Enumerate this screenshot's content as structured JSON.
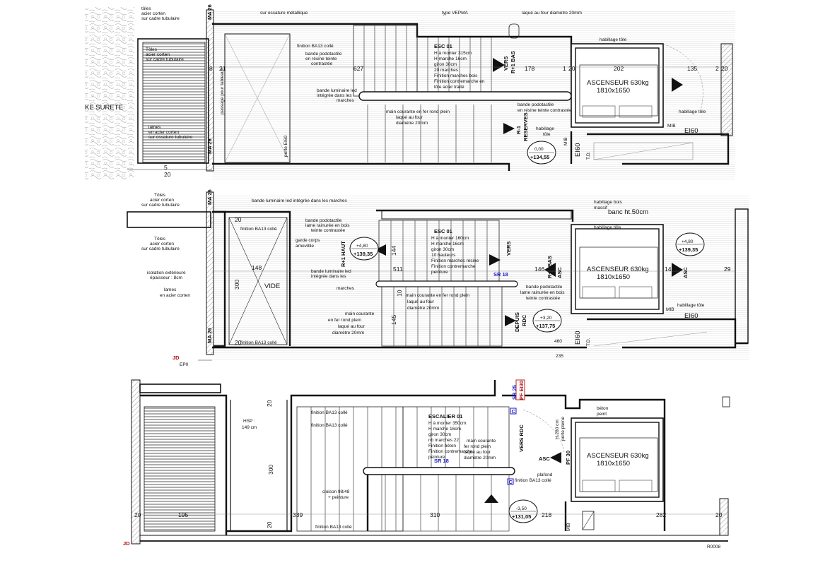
{
  "plan_top": {
    "labels": {
      "a1": "tôles",
      "a2": "acier corten",
      "a3": "sur cadre tubulaire",
      "b1": "Tôles",
      "b2": "acier corten",
      "b3": "sur cadre tubulaire",
      "c1": "lames",
      "c2": "en acier corten",
      "c3": "sur ossature tubulaire",
      "surete": "KE SURETE",
      "ossature": "sur ossature métallique",
      "vepma": "type VEPMA",
      "laque_top": "laqué au four diamètre 20mm",
      "finition_ba13": "finition BA13 collé",
      "bande1": "bande podotactile",
      "bande2": "en résine teinte",
      "bande3": "contrastée",
      "lum1": "bande luminaire led",
      "lum2": "intégrée dans les",
      "lum3": "marches",
      "main1": "main courante en fer rond plein",
      "main2": "laqué au four",
      "main3": "diamètre 20mm",
      "passage": "passage pour tableaux",
      "porte": "porte EI60",
      "bande_r1": "bande podotactile",
      "bande_r2": "en résine teinte contrastée",
      "habillage_tole": "habillage tôle",
      "habillage_tole2": "habillage tôle",
      "habillage1": "habillage",
      "habillage2": "tôle",
      "ascenseur": "ASCENSEUR 630kg",
      "asc_size": "1810x1650",
      "ei60": "EI60",
      "ei60_v": "EI60",
      "mib": "MIB",
      "mib2": "MIB",
      "td": "T.D.",
      "ma26": "MA 26",
      "ma26_b": "MA 26",
      "vers": "VERS",
      "r1bas": "R+1 BAS",
      "r1": "R-1",
      "reserves": "RESERVES"
    },
    "esc": {
      "title": "ESC 01",
      "l1": "H à monter 315cm",
      "l2": "H marche 16cm",
      "l3": "giron 30cm",
      "l4": "20 marches",
      "l5": "Finition marches bois",
      "l6": "Finition contremarche en",
      "l7": "tôle acier traité"
    },
    "dims": {
      "d8": "8",
      "d21": "21",
      "d627": "627",
      "d178": "178",
      "d1": "1",
      "d20a": "20",
      "d202": "202",
      "d135": "135",
      "d2": "2",
      "d20b": "20",
      "d5": "5",
      "d20c": "20"
    },
    "level": {
      "a": "0,00",
      "b": "+134,55"
    }
  },
  "plan_mid": {
    "labels": {
      "a1": "Tôles",
      "a2": "acier corten",
      "a3": "sur cadre tubulaire",
      "b1": "Tôles",
      "b2": "acier corten",
      "b3": "sur cadre tubulaire",
      "iso1": "isolation extérieure",
      "iso2": "épaisseur : 8cm",
      "lames1": "lames",
      "lames2": "en acier corten",
      "lum_top": "bande luminaire led intégrée dans les marches",
      "pod1": "bande podotactile",
      "pod2": "lame rainurée en bois",
      "pod3": "teinte contrastée",
      "garde1": "garde corps",
      "garde2": "amovible",
      "fin1": "finition BA13 collé",
      "fin2": "finition BA13 collé",
      "lum1": "bande luminaire led",
      "lum2": "intégrée dans les",
      "lum3": "marches",
      "mc1": "main courante",
      "mc2": "en fer rond plein",
      "mc3": "laqué au four",
      "mc4": "diamètre 20mm",
      "mcr1": "main courante en fer rond plein",
      "mcr2": "laqué au four",
      "mcr3": "diamètre 20mm",
      "podr1": "bande podotactile",
      "podr2": "lame rainurée en bois",
      "podr3": "teinte contrastée",
      "hab_bois1": "habillage bois",
      "hab_bois2": "massif",
      "banc": "banc ht.50cm",
      "hab_tole": "habillage tôle",
      "hab_tole2": "habillage tôle",
      "vide": "VIDE",
      "ascenseur": "ASCENSEUR 630kg",
      "asc_size": "1810x1650",
      "asc_l": "ASC",
      "asc_r": "ASC",
      "ei60": "EI60",
      "ei60_v": "EI60",
      "mib": "MIB",
      "td": "T.D.",
      "ma26": "MA 26",
      "ma26_b": "MA 26",
      "r1haut": "R+1 HAUT",
      "vers": "VERS",
      "r1bas": "R+1 BAS",
      "depuis": "DEPUIS",
      "rdc": "RDC",
      "sr18": "SR 18",
      "jd": "JD",
      "epd": "EP0"
    },
    "esc": {
      "title": "ESC 01",
      "l1": "H à monter 160cm",
      "l2": "H marche 16cm",
      "l3": "giron 30cm",
      "l4": "10 hauteurs",
      "l5": "Finition marches résine",
      "l6": "Finition contremarche",
      "l7": "peinture"
    },
    "dims": {
      "d20a": "20",
      "d148": "148",
      "d300": "300",
      "d20b": "20",
      "d144": "144",
      "d511": "511",
      "d146a": "146",
      "d146b": "146",
      "d29": "29",
      "d10": "10",
      "d145": "145",
      "d460": "460",
      "d235": "235"
    },
    "level_l": {
      "a": "+4,80",
      "b": "+139,35"
    },
    "level_r": {
      "a": "+4,80",
      "b": "+139,35"
    },
    "level_c": {
      "a": "+3,20",
      "b": "+137,75"
    }
  },
  "plan_bot": {
    "labels": {
      "hsp1": "HSP :",
      "hsp2": "149 cm",
      "fin1": "finition BA13 collé",
      "fin2": "finition BA13 collé",
      "fin3": "finition BA13 collé",
      "cloison1": "cloison 98/48",
      "cloison2": "+ peinture",
      "mc1": "main courante",
      "mc2": "fer rond plein",
      "mc3": "laqué au four",
      "mc4": "diamètre 20mm",
      "sr18": "SR 18",
      "sr25": "SR 25",
      "pf": "PF EI30",
      "c1": "C",
      "c2": "C",
      "vers_rdc": "VERS RDC",
      "asc": "ASC",
      "h280a": "H.280 cm",
      "h280b": "porte pleine",
      "pf30": "PF 30",
      "beton1": "béton",
      "beton2": "peint",
      "plafond1": "plafond",
      "plafond2": "finition BA13 collé",
      "ascenseur": "ASCENSEUR 630kg",
      "asc_size": "1810x1650",
      "mib": "MIB",
      "jd": "JD",
      "ref": "R0008"
    },
    "esc": {
      "title": "ESCALIER 01",
      "l1": "H à monter 350cm",
      "l2": "H marche 16cm",
      "l3": "giron 30cm",
      "l4": "nb marches 22",
      "l5": "Finition béton",
      "l6": "Finition contremarche",
      "l7": "peinture"
    },
    "dims": {
      "d20a": "20",
      "d20b": "20",
      "d300": "300",
      "d195": "195",
      "d339": "339",
      "d20c": "20",
      "d310": "310",
      "d218": "218",
      "d282": "282",
      "d20d": "20"
    },
    "level": {
      "a": "-3,50",
      "b": "+131,05"
    }
  }
}
